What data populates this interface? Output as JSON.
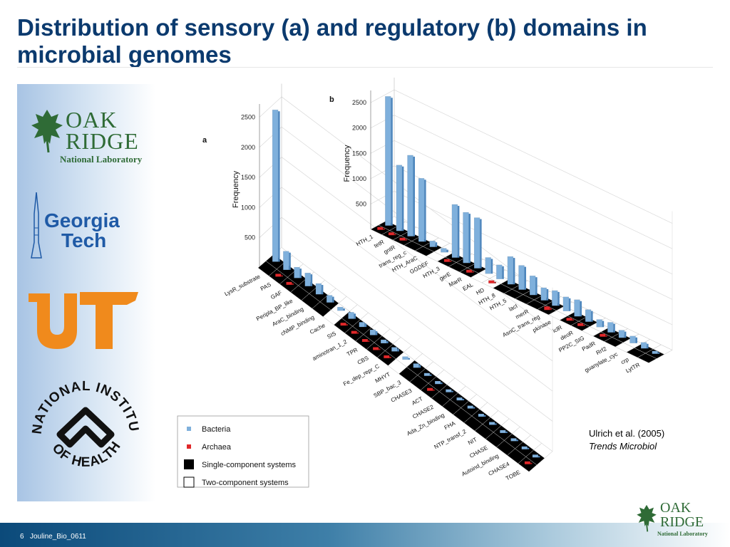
{
  "title": "Distribution of sensory (a) and regulatory (b) domains in microbial genomes",
  "logos": {
    "ornl": {
      "line1": "OAK",
      "line2": "RIDGE",
      "line3": "National Laboratory"
    },
    "georgia_tech": {
      "line1": "Georgia",
      "line2": "Tech"
    },
    "nih": {
      "text": "NATIONAL INSTITUTES OF HEALTH"
    }
  },
  "citation": {
    "authors": "Ulrich et al. (2005)",
    "journal": "Trends Microbiol"
  },
  "footer": {
    "slide_number": "6",
    "code": "Jouline_Bio_0611"
  },
  "colors": {
    "bacteria": "#7fb0dc",
    "archaea": "#e0282a",
    "single": "#000000",
    "title": "#0b3a6e"
  },
  "chart_data": [
    {
      "type": "bar",
      "panel": "a",
      "ylabel": "Frequency",
      "yticks": [
        500,
        1000,
        1500,
        2000,
        2500
      ],
      "ylim": [
        0,
        2600
      ],
      "categories": [
        "LysR_substrate",
        "PAS",
        "GAF",
        "Peripla_BP_like",
        "AraC_binding",
        "cNMP_binding",
        "Cache",
        "SIS",
        "aminotran_1_2",
        "TPR",
        "CBS",
        "Fe_dep_repr_C",
        "MHYT",
        "SBP_bac_3",
        "CHASE3",
        "ACT",
        "CHASE2",
        "Ada_Zn_binding",
        "FHA",
        "NTP_transf_2",
        "NIT",
        "CHASE",
        "Autoind_binding",
        "CHASE4",
        "TOBE"
      ],
      "single_component": [
        1,
        1,
        1,
        1,
        1,
        1,
        0,
        1,
        1,
        1,
        1,
        1,
        0,
        1,
        1,
        1,
        1,
        1,
        1,
        1,
        1,
        1,
        1,
        1,
        1
      ],
      "series": [
        {
          "name": "Bacteria",
          "values": [
            2520,
            310,
            180,
            220,
            180,
            120,
            60,
            110,
            80,
            90,
            60,
            70,
            50,
            70,
            40,
            50,
            40,
            40,
            30,
            35,
            25,
            30,
            25,
            20,
            20
          ]
        },
        {
          "name": "Archaea",
          "values": [
            0,
            40,
            10,
            0,
            0,
            0,
            0,
            15,
            20,
            10,
            25,
            15,
            0,
            0,
            0,
            15,
            0,
            0,
            0,
            0,
            0,
            0,
            0,
            0,
            30
          ]
        }
      ]
    },
    {
      "type": "bar",
      "panel": "b",
      "ylabel": "Frequency",
      "yticks": [
        500,
        1000,
        1500,
        2000,
        2500
      ],
      "ylim": [
        0,
        2600
      ],
      "categories": [
        "HTH_1",
        "tetR",
        "gntR",
        "trans_reg_c",
        "HTH_AraC",
        "GGDEF",
        "HTH_3",
        "gerE",
        "MarR",
        "EAL",
        "HD",
        "HTH_8",
        "HTH_5",
        "lacI",
        "merR",
        "AsnC_trans_reg",
        "pkinase",
        "iclR",
        "deoR",
        "PP2C_SIG",
        "PadR",
        "Rrf2",
        "guanylate_cyc",
        "crp",
        "LytTR"
      ],
      "single_component": [
        1,
        1,
        1,
        1,
        1,
        0,
        1,
        1,
        1,
        0,
        0,
        1,
        1,
        1,
        1,
        1,
        0,
        1,
        1,
        0,
        1,
        1,
        0,
        1,
        1
      ],
      "series": [
        {
          "name": "Bacteria",
          "values": [
            2550,
            1300,
            1600,
            1250,
            120,
            80,
            1050,
            1000,
            1000,
            320,
            280,
            550,
            480,
            380,
            250,
            300,
            280,
            330,
            240,
            150,
            200,
            150,
            140,
            120,
            40
          ]
        },
        {
          "name": "Archaea",
          "values": [
            40,
            20,
            30,
            0,
            0,
            0,
            40,
            0,
            20,
            0,
            20,
            0,
            0,
            0,
            0,
            70,
            0,
            20,
            50,
            0,
            20,
            0,
            0,
            0,
            0
          ]
        }
      ]
    }
  ],
  "legend": [
    {
      "label": "Bacteria"
    },
    {
      "label": "Archaea"
    },
    {
      "label": "Single-component systems"
    },
    {
      "label": "Two-component systems"
    }
  ]
}
